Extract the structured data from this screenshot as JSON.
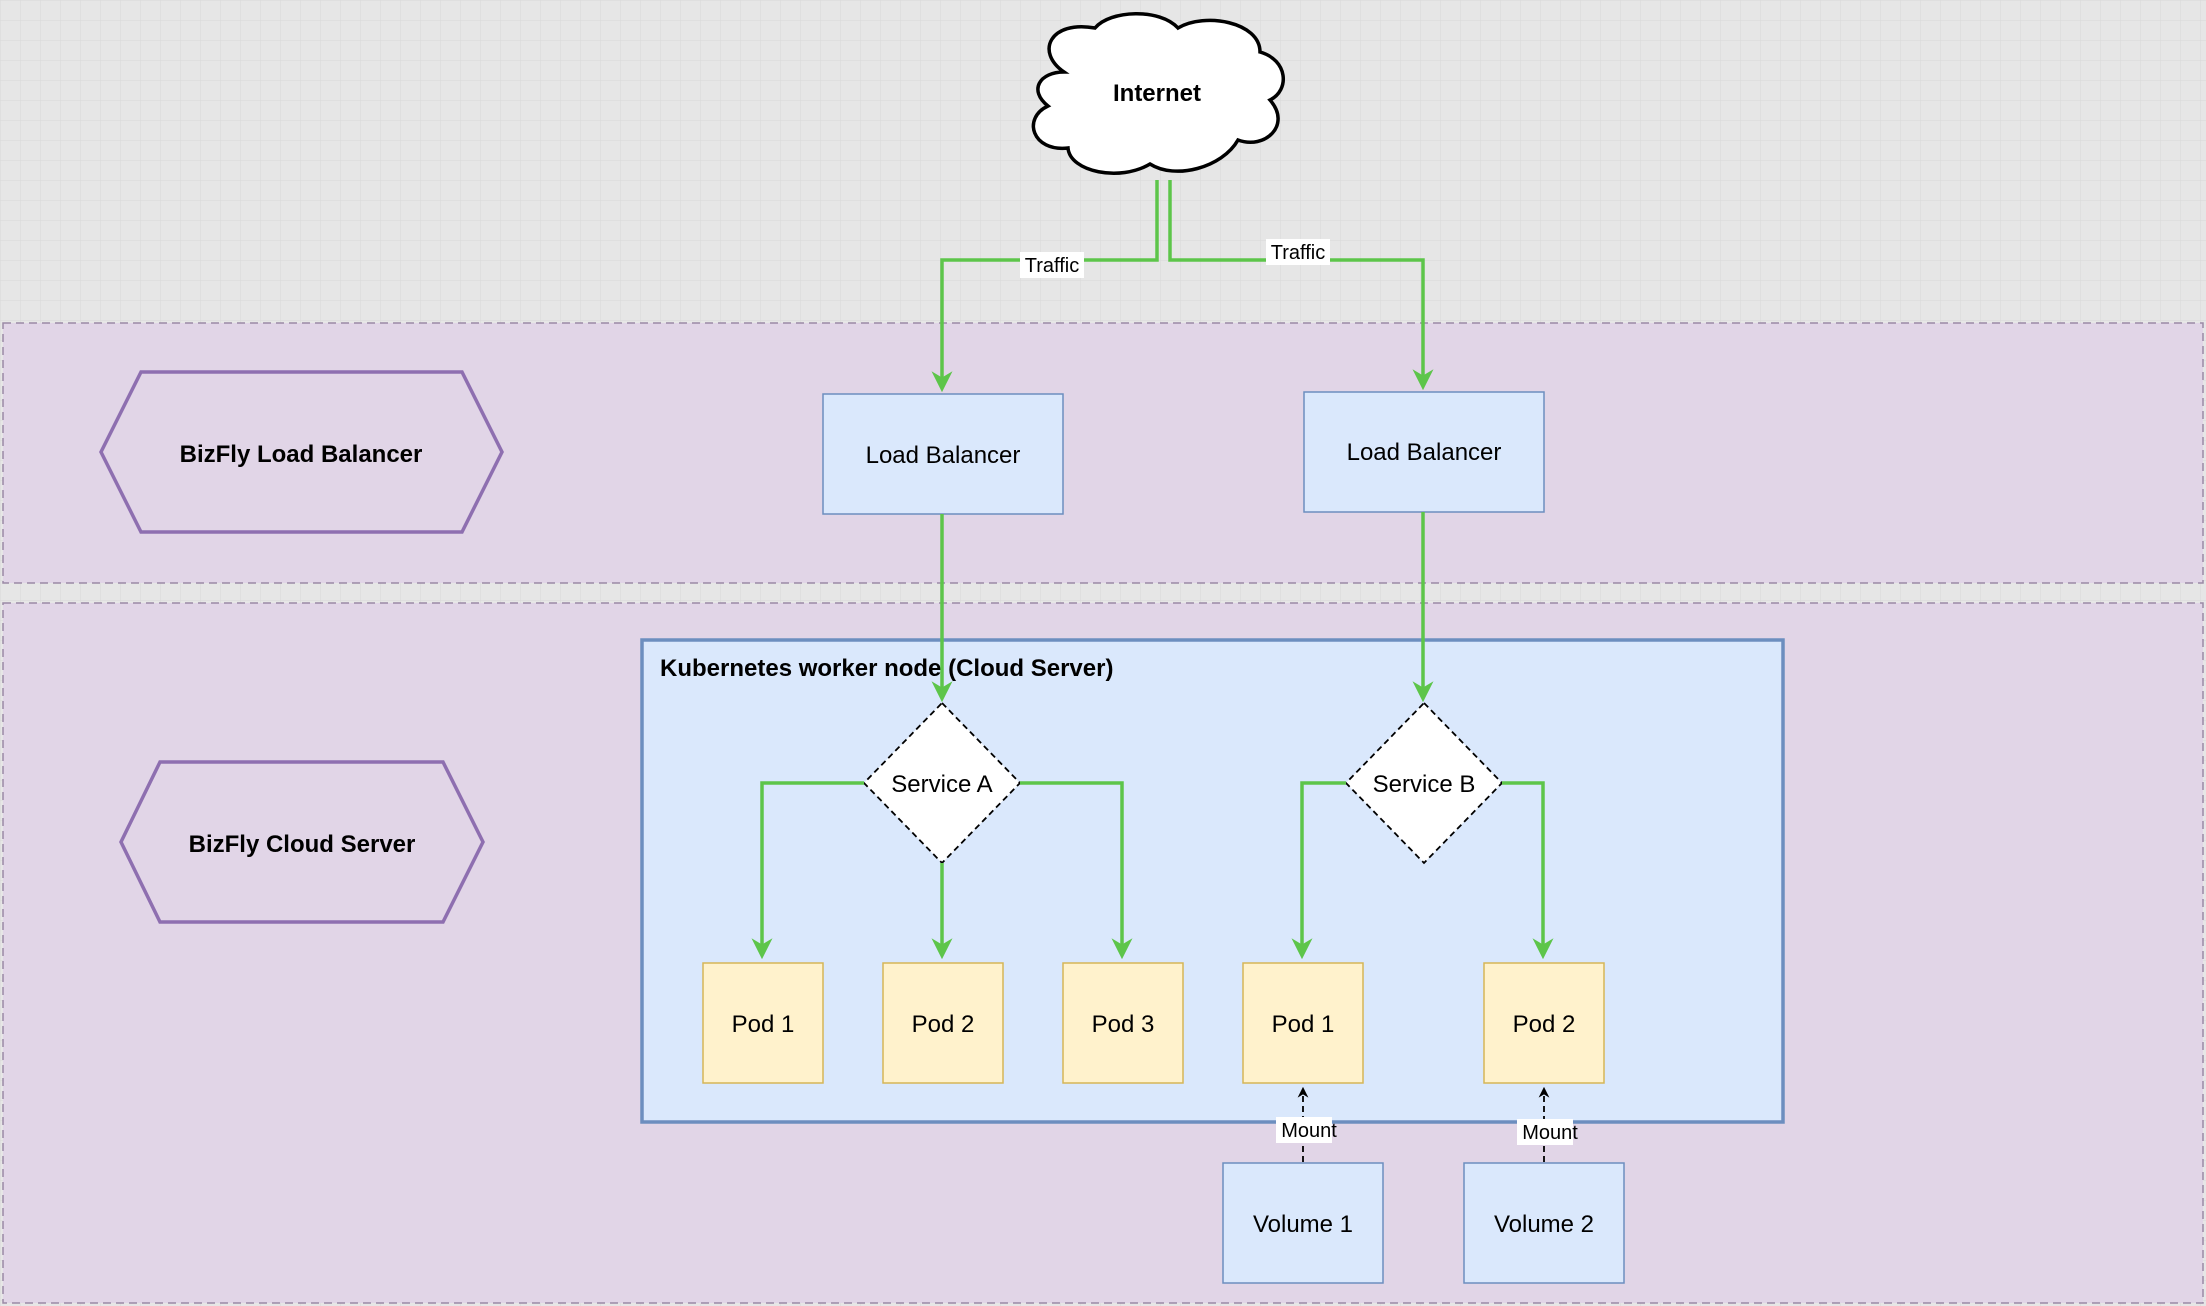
{
  "diagram": {
    "internet": {
      "label": "Internet"
    },
    "traffic_labels": [
      "Traffic",
      "Traffic"
    ],
    "layers": {
      "load_balancer": {
        "label": "BizFly Load Balancer"
      },
      "cloud_server": {
        "label": "BizFly Cloud Server"
      }
    },
    "load_balancers": [
      "Load Balancer",
      "Load Balancer"
    ],
    "worker_node": {
      "label": "Kubernetes worker node (Cloud Server)"
    },
    "services": [
      "Service A",
      "Service B"
    ],
    "pods_a": [
      "Pod 1",
      "Pod 2",
      "Pod 3"
    ],
    "pods_b": [
      "Pod 1",
      "Pod 2"
    ],
    "volumes": [
      "Volume 1",
      "Volume 2"
    ],
    "mount_labels": [
      "Mount",
      "Mount"
    ]
  },
  "colors": {
    "grid_background": "#e6e6e6",
    "layer_fill": "#e1d5e7",
    "layer_stroke": "#9673a6",
    "blue_fill": "#dae8fc",
    "blue_stroke": "#6c8ebf",
    "pod_fill": "#fff2cc",
    "pod_stroke": "#d6b656",
    "arrow_green": "#5dc54a"
  }
}
